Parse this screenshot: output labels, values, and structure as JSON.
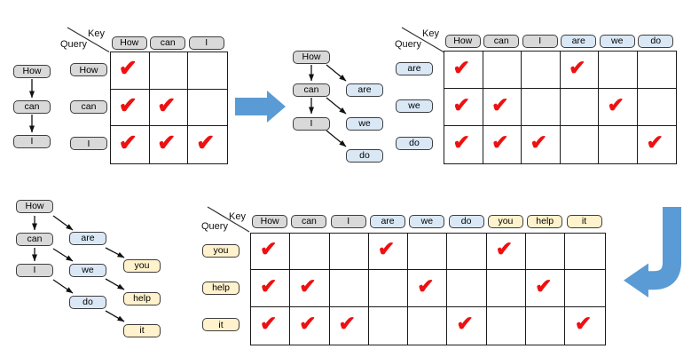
{
  "labels": {
    "key": "Key",
    "query": "Query"
  },
  "glyphs": {
    "check": "✔"
  },
  "colors": {
    "token_gray": "#d9d9d9",
    "token_blue": "#dae8f6",
    "token_yellow": "#fff2cc",
    "flow_arrow_blue": "#5b9bd5",
    "check_red": "#ed1111"
  },
  "step1": {
    "chain": [
      "How",
      "can",
      "I"
    ],
    "chain_edges": [
      "How→can",
      "can→I"
    ],
    "matrix": {
      "cols": [
        "How",
        "can",
        "I"
      ],
      "rows": [
        "How",
        "can",
        "I"
      ],
      "mask": [
        [
          1,
          0,
          0
        ],
        [
          1,
          1,
          0
        ],
        [
          1,
          1,
          1
        ]
      ]
    }
  },
  "step2": {
    "tree": {
      "prompt": [
        "How",
        "can",
        "I"
      ],
      "draft1": [
        "are",
        "we",
        "do"
      ],
      "edges": [
        "How→can",
        "can→I",
        "How→are",
        "can→we",
        "I→do"
      ]
    },
    "matrix": {
      "cols": [
        "How",
        "can",
        "I",
        "are",
        "we",
        "do"
      ],
      "rows": [
        "are",
        "we",
        "do"
      ],
      "mask": [
        [
          1,
          0,
          0,
          1,
          0,
          0
        ],
        [
          1,
          1,
          0,
          0,
          1,
          0
        ],
        [
          1,
          1,
          1,
          0,
          0,
          1
        ]
      ]
    }
  },
  "step3": {
    "tree": {
      "prompt": [
        "How",
        "can",
        "I"
      ],
      "draft1": [
        "are",
        "we",
        "do"
      ],
      "draft2": [
        "you",
        "help",
        "it"
      ],
      "edges": [
        "How→can",
        "can→I",
        "How→are",
        "can→we",
        "I→do",
        "are→you",
        "we→help",
        "do→it"
      ]
    },
    "matrix": {
      "cols": [
        "How",
        "can",
        "I",
        "are",
        "we",
        "do",
        "you",
        "help",
        "it"
      ],
      "rows": [
        "you",
        "help",
        "it"
      ],
      "mask": [
        [
          1,
          0,
          0,
          1,
          0,
          0,
          1,
          0,
          0
        ],
        [
          1,
          1,
          0,
          0,
          1,
          0,
          0,
          1,
          0
        ],
        [
          1,
          1,
          1,
          0,
          0,
          1,
          0,
          0,
          1
        ]
      ]
    }
  }
}
